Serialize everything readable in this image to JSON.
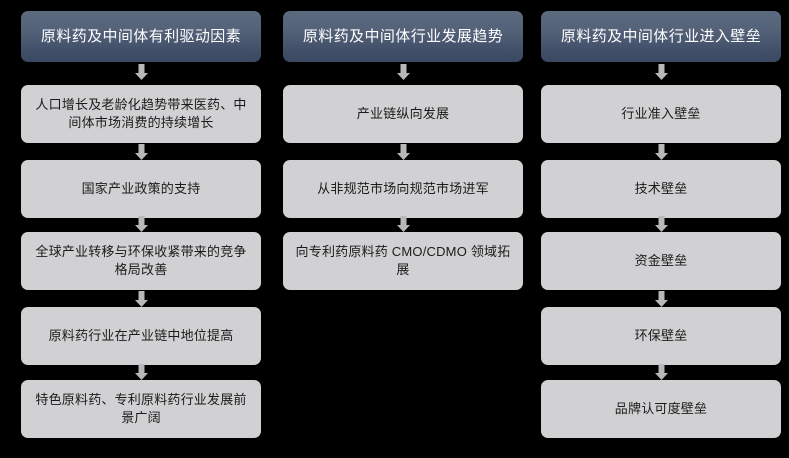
{
  "colors": {
    "background": "#000000",
    "header_gradient_top": "#5c6a80",
    "header_gradient_bottom": "#3b4862",
    "header_text": "#ffffff",
    "body_box": "#d1d1d3",
    "body_text": "#1b1b1b",
    "arrow": "#b8b8ba"
  },
  "columns": [
    {
      "header": "原料药及中间体有利驱动因素",
      "items": [
        "人口增长及老龄化趋势带来医药、中间体市场消费的持续增长",
        "国家产业政策的支持",
        "全球产业转移与环保收紧带来的竞争格局改善",
        "原料药行业在产业链中地位提高",
        "特色原料药、专利原料药行业发展前景广阔"
      ]
    },
    {
      "header": "原料药及中间体行业发展趋势",
      "items": [
        "产业链纵向发展",
        "从非规范市场向规范市场进军",
        "向专利药原料药 CMO/CDMO 领域拓展"
      ]
    },
    {
      "header": "原料药及中间体行业进入壁垒",
      "items": [
        "行业准入壁垒",
        "技术壁垒",
        "资金壁垒",
        "环保壁垒",
        "品牌认可度壁垒"
      ]
    }
  ],
  "icons": {
    "arrow": "down-arrow-icon"
  }
}
